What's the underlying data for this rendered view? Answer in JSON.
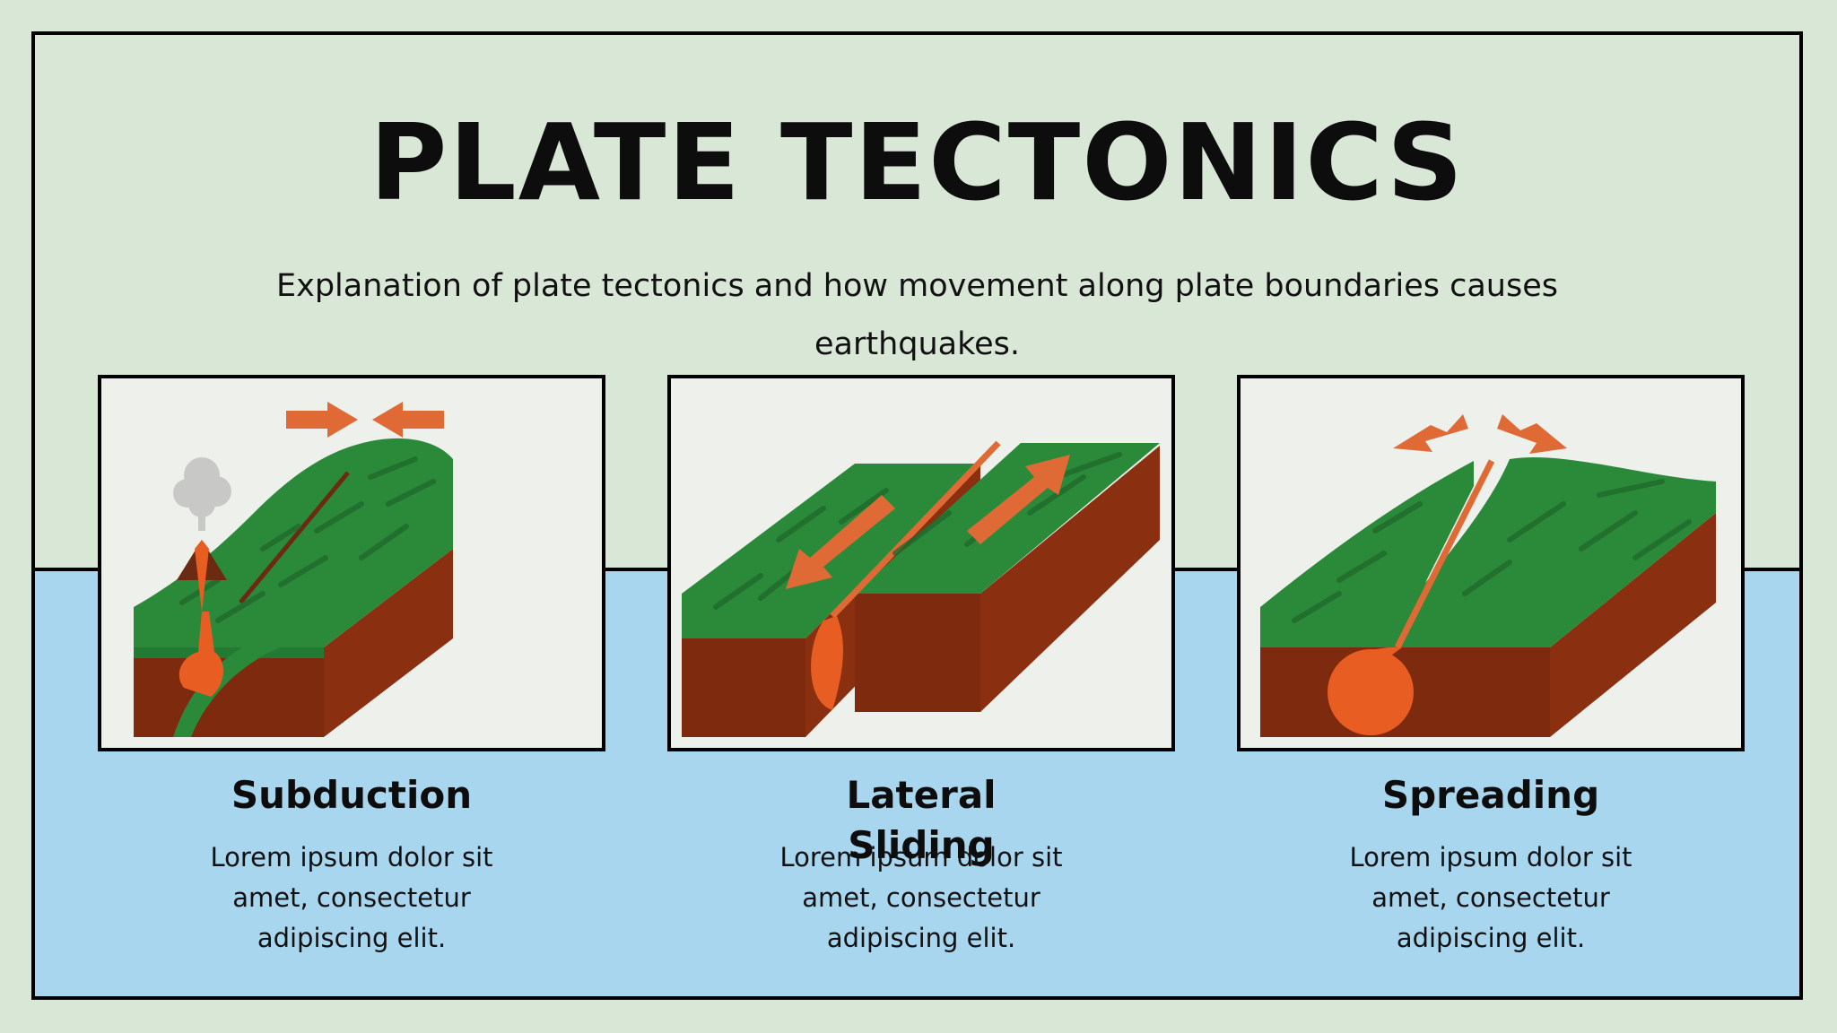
{
  "title": "PLATE TECTONICS",
  "subtitle": "Explanation of plate tectonics and how movement along plate boundaries causes earthquakes.",
  "colors": {
    "background": "#d9e7d7",
    "water": "#a9d6ef",
    "plate_top": "#2b8a3a",
    "plate_dark": "#1f6a2c",
    "mantle": "#7e2a0e",
    "magma": "#e85d22",
    "arrow": "#e06a35",
    "smoke": "#c8c9c6"
  },
  "panels": [
    {
      "label": "Subduction",
      "text": "Lorem ipsum dolor sit amet, consectetur adipiscing elit.",
      "icon": "subduction-diagram"
    },
    {
      "label": "Lateral Sliding",
      "text": "Lorem ipsum dolor sit amet, consectetur adipiscing elit.",
      "icon": "lateral-sliding-diagram"
    },
    {
      "label": "Spreading",
      "text": "Lorem ipsum dolor sit amet, consectetur adipiscing elit.",
      "icon": "spreading-diagram"
    }
  ]
}
